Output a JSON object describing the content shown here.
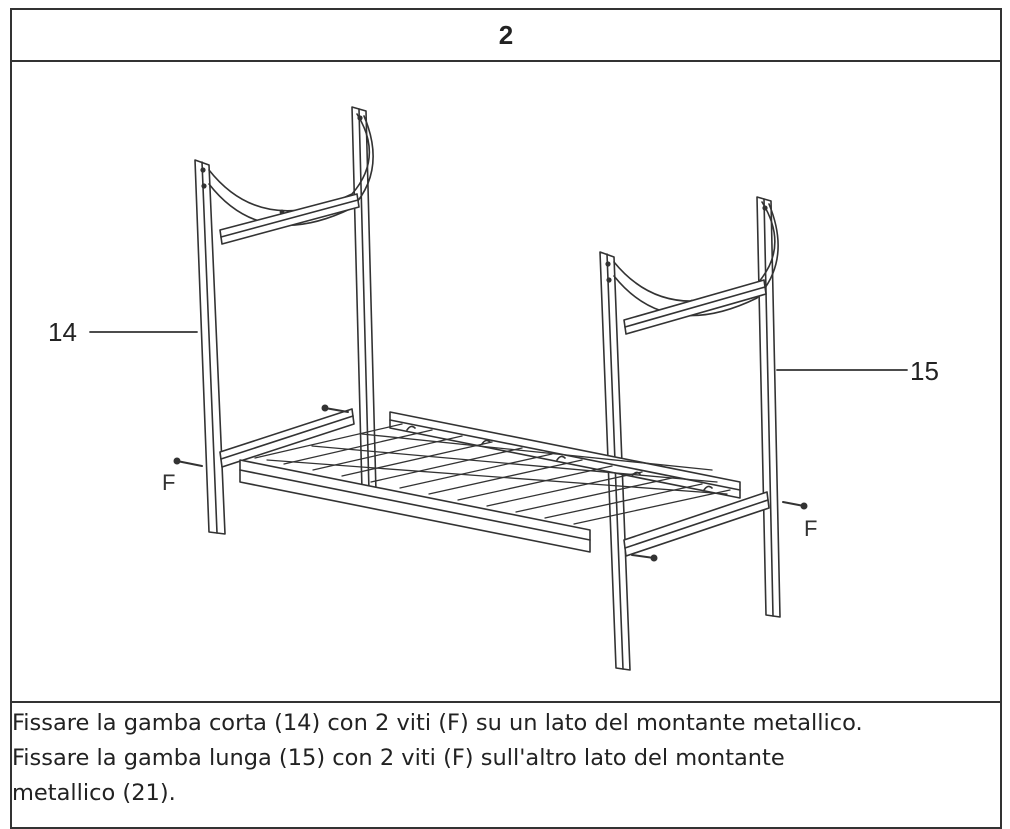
{
  "step": {
    "number": "2"
  },
  "labels": {
    "short_leg": "14",
    "long_leg": "15",
    "screw_left": "F",
    "screw_right": "F"
  },
  "caption": {
    "line1": "Fissare la gamba corta (14) con 2 viti (F) su un lato del montante metallico.",
    "line2": "Fissare la gamba lunga (15) con 2 viti (F) sull'altro lato del montante",
    "line3": "metallico (21)."
  }
}
